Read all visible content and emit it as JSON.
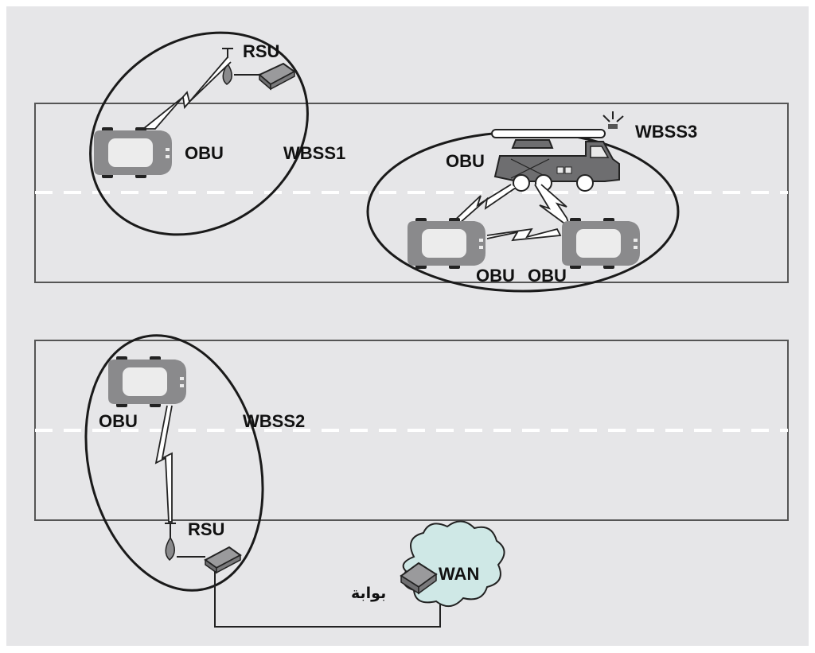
{
  "labels": {
    "rsu_top": "RSU",
    "obu_car1": "OBU",
    "wbss1": "WBSS1",
    "wbss3": "WBSS3",
    "obu_truck": "OBU",
    "obu_car2": "OBU",
    "obu_car3": "OBU",
    "obu_car4": "OBU",
    "wbss2": "WBSS2",
    "rsu_bottom": "RSU",
    "wan": "WAN",
    "gateway": "بوابة"
  },
  "colors": {
    "background": "#e6e6e8",
    "road": "#e6e6e8",
    "car_body": "#8a8a8c",
    "car_window": "#e8e8e8",
    "truck": "#6e6e70",
    "wan_cloud": "#cfe8e6",
    "stroke": "#1a1a1a"
  },
  "icons": {
    "car": "car-icon",
    "truck": "fire-truck-icon",
    "antenna": "antenna-icon",
    "rsu_box": "rsu-box-icon",
    "gateway": "gateway-device-icon",
    "cloud": "cloud-icon",
    "wireless_link": "lightning-link-icon"
  }
}
